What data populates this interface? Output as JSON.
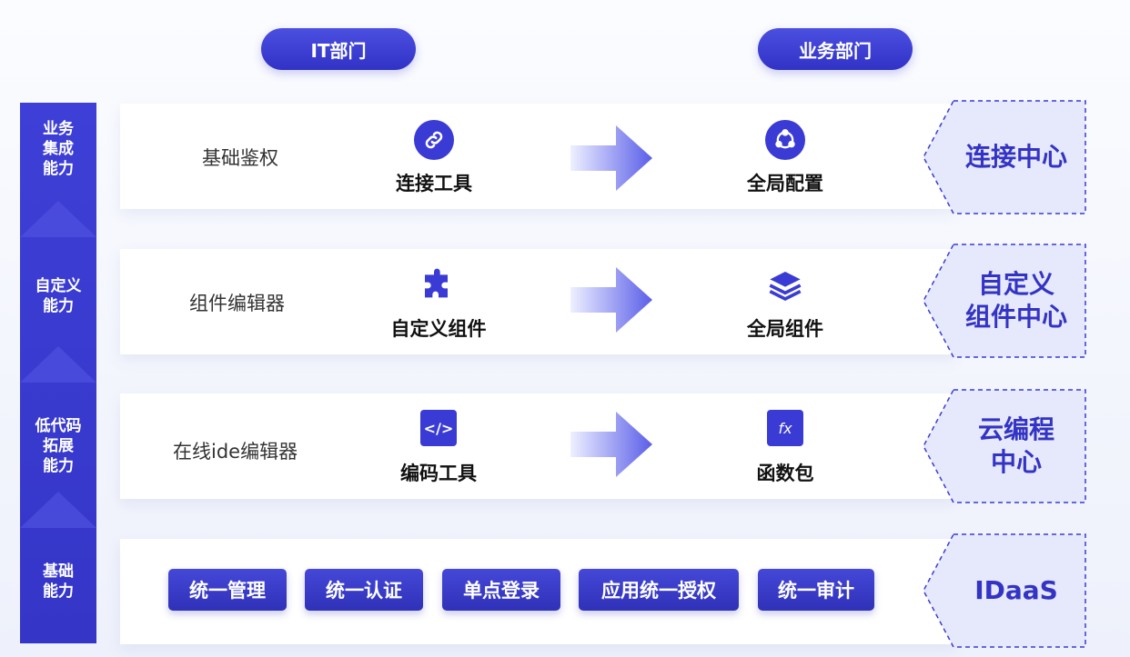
{
  "header": {
    "it_department": "IT部门",
    "business_department": "业务部门"
  },
  "left_column": [
    {
      "label": "业务\n集成\n能力"
    },
    {
      "label": "自定义\n能力"
    },
    {
      "label": "低代码\n拓展\n能力"
    },
    {
      "label": "基础\n能力"
    }
  ],
  "rows": [
    {
      "left_label": "基础鉴权",
      "it_tool": {
        "title": "连接工具",
        "icon": "link-icon"
      },
      "biz_tool": {
        "title": "全局配置",
        "icon": "network-icon"
      },
      "center": "连接中心"
    },
    {
      "left_label": "组件编辑器",
      "it_tool": {
        "title": "自定义组件",
        "icon": "puzzle-icon"
      },
      "biz_tool": {
        "title": "全局组件",
        "icon": "layers-icon"
      },
      "center": "自定义\n组件中心"
    },
    {
      "left_label": "在线ide编辑器",
      "it_tool": {
        "title": "编码工具",
        "icon": "code-icon",
        "glyph": "</>"
      },
      "biz_tool": {
        "title": "函数包",
        "icon": "function-icon",
        "glyph": "fx"
      },
      "center": "云编程\n中心"
    }
  ],
  "basic_row": {
    "buttons": [
      "统一管理",
      "统一认证",
      "单点登录",
      "应用统一授权",
      "统一审计"
    ],
    "center": "IDaaS"
  },
  "colors": {
    "primary": "#3a3bd4",
    "accent_text": "#3334c4",
    "tag_fill": "#e6e8fb",
    "tag_border": "#3a3bd4"
  }
}
